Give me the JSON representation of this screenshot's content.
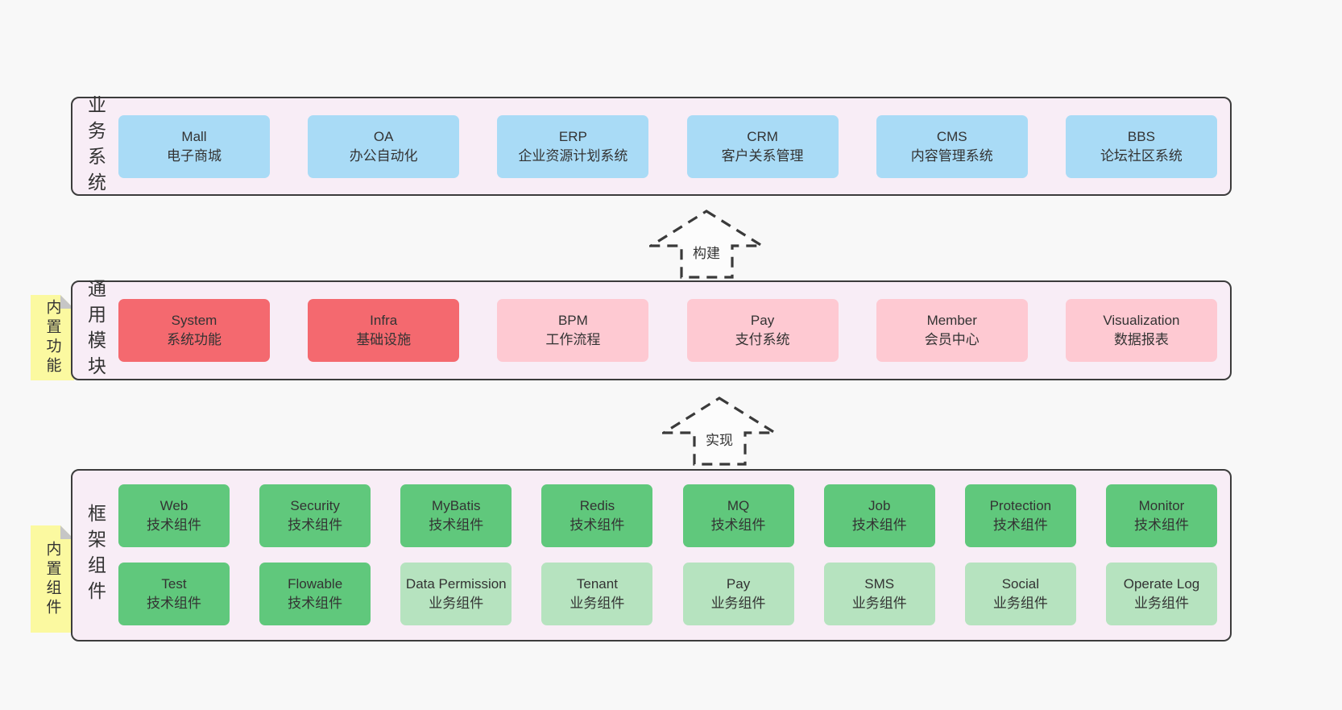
{
  "colors": {
    "page_bg": "#f8f8f8",
    "band_bg": "#f8edf6",
    "band_border": "#3c3c3c",
    "blue": "#a9dbf6",
    "red": "#f4696f",
    "pink": "#fec9d2",
    "green_dark": "#60c87c",
    "green_light": "#b6e3bf",
    "yellow": "#fbf9a0",
    "fold": "#c6c6c6",
    "text": "#333333"
  },
  "bands": [
    {
      "label": "业务系统",
      "boxes": [
        {
          "title": "Mall",
          "subtitle": "电子商城",
          "color": "blue"
        },
        {
          "title": "OA",
          "subtitle": "办公自动化",
          "color": "blue"
        },
        {
          "title": "ERP",
          "subtitle": "企业资源计划系统",
          "color": "blue"
        },
        {
          "title": "CRM",
          "subtitle": "客户关系管理",
          "color": "blue"
        },
        {
          "title": "CMS",
          "subtitle": "内容管理系统",
          "color": "blue"
        },
        {
          "title": "BBS",
          "subtitle": "论坛社区系统",
          "color": "blue"
        }
      ]
    },
    {
      "label": "通用模块",
      "note": "内置功能",
      "boxes": [
        {
          "title": "System",
          "subtitle": "系统功能",
          "color": "red"
        },
        {
          "title": "Infra",
          "subtitle": "基础设施",
          "color": "red"
        },
        {
          "title": "BPM",
          "subtitle": "工作流程",
          "color": "pink"
        },
        {
          "title": "Pay",
          "subtitle": "支付系统",
          "color": "pink"
        },
        {
          "title": "Member",
          "subtitle": "会员中心",
          "color": "pink"
        },
        {
          "title": "Visualization",
          "subtitle": "数据报表",
          "color": "pink"
        }
      ]
    },
    {
      "label": "框架组件",
      "note": "内置组件",
      "rows": [
        [
          {
            "title": "Web",
            "subtitle": "技术组件",
            "color": "green_dark"
          },
          {
            "title": "Security",
            "subtitle": "技术组件",
            "color": "green_dark"
          },
          {
            "title": "MyBatis",
            "subtitle": "技术组件",
            "color": "green_dark"
          },
          {
            "title": "Redis",
            "subtitle": "技术组件",
            "color": "green_dark"
          },
          {
            "title": "MQ",
            "subtitle": "技术组件",
            "color": "green_dark"
          },
          {
            "title": "Job",
            "subtitle": "技术组件",
            "color": "green_dark"
          },
          {
            "title": "Protection",
            "subtitle": "技术组件",
            "color": "green_dark"
          },
          {
            "title": "Monitor",
            "subtitle": "技术组件",
            "color": "green_dark"
          }
        ],
        [
          {
            "title": "Test",
            "subtitle": "技术组件",
            "color": "green_dark"
          },
          {
            "title": "Flowable",
            "subtitle": "技术组件",
            "color": "green_dark"
          },
          {
            "title": "Data Permission",
            "subtitle": "业务组件",
            "color": "green_light"
          },
          {
            "title": "Tenant",
            "subtitle": "业务组件",
            "color": "green_light"
          },
          {
            "title": "Pay",
            "subtitle": "业务组件",
            "color": "green_light"
          },
          {
            "title": "SMS",
            "subtitle": "业务组件",
            "color": "green_light"
          },
          {
            "title": "Social",
            "subtitle": "业务组件",
            "color": "green_light"
          },
          {
            "title": "Operate Log",
            "subtitle": "业务组件",
            "color": "green_light"
          }
        ]
      ]
    }
  ],
  "arrows": [
    {
      "label": "构建"
    },
    {
      "label": "实现"
    }
  ]
}
